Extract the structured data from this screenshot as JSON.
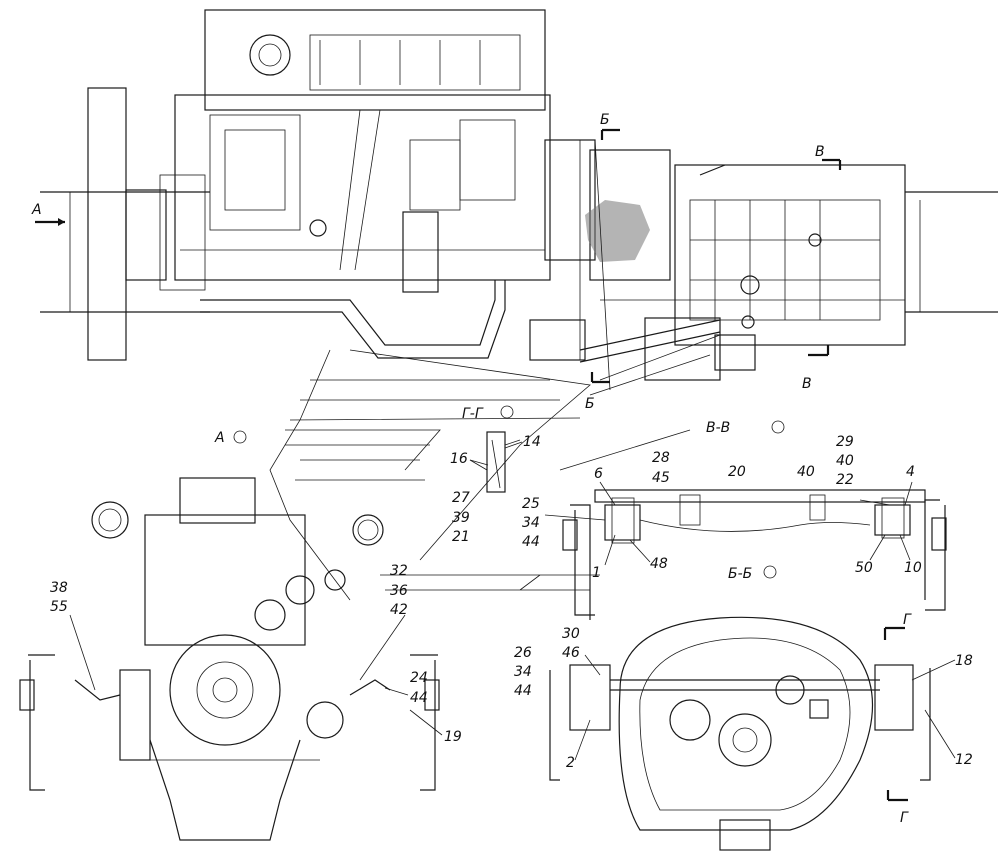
{
  "views": {
    "a": "А",
    "g": "Г-Г",
    "v": "В-В",
    "b": "Б-Б"
  },
  "markers": {
    "a": "А",
    "b": "Б",
    "v": "В",
    "g": "Г"
  },
  "labels": {
    "n16": "16",
    "n14": "14",
    "n27": "27",
    "n39": "39",
    "n21": "21",
    "n28": "28",
    "n45": "45",
    "n6": "6",
    "n25": "25",
    "n34a": "34",
    "n44a": "44",
    "n20": "20",
    "n40a": "40",
    "n29": "29",
    "n40b": "40",
    "n22": "22",
    "n4": "4",
    "n1": "1",
    "n48": "48",
    "n50": "50",
    "n10": "10",
    "n32": "32",
    "n36": "36",
    "n42": "42",
    "n38": "38",
    "n55": "55",
    "n24": "24",
    "n44b": "44",
    "n19": "19",
    "n30": "30",
    "n46": "46",
    "n26": "26",
    "n34b": "34",
    "n44c": "44",
    "n2": "2",
    "n18": "18",
    "n12": "12"
  }
}
